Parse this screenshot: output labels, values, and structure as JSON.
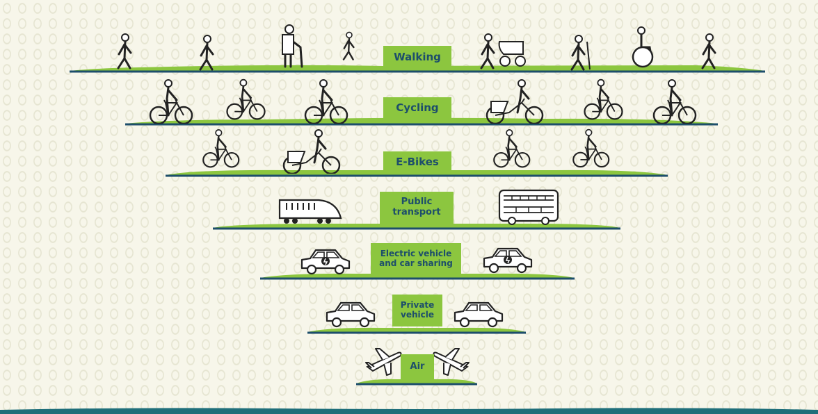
{
  "levels": [
    {
      "id": "walking",
      "label_lines": [
        "Walking"
      ]
    },
    {
      "id": "cycling",
      "label_lines": [
        "Cycling"
      ]
    },
    {
      "id": "ebikes",
      "label_lines": [
        "E-Bikes"
      ]
    },
    {
      "id": "public-transport",
      "label_lines": [
        "Public",
        "transport"
      ]
    },
    {
      "id": "electric-vehicle",
      "label_lines": [
        "Electric vehicle",
        "and car sharing"
      ]
    },
    {
      "id": "private-vehicle",
      "label_lines": [
        "Private",
        "vehicle"
      ]
    },
    {
      "id": "air",
      "label_lines": [
        "Air"
      ]
    }
  ],
  "colors": {
    "green": "#8cc63f",
    "navy": "#1d4e6b",
    "teal": "#1f6f7a",
    "ink": "#222222"
  }
}
